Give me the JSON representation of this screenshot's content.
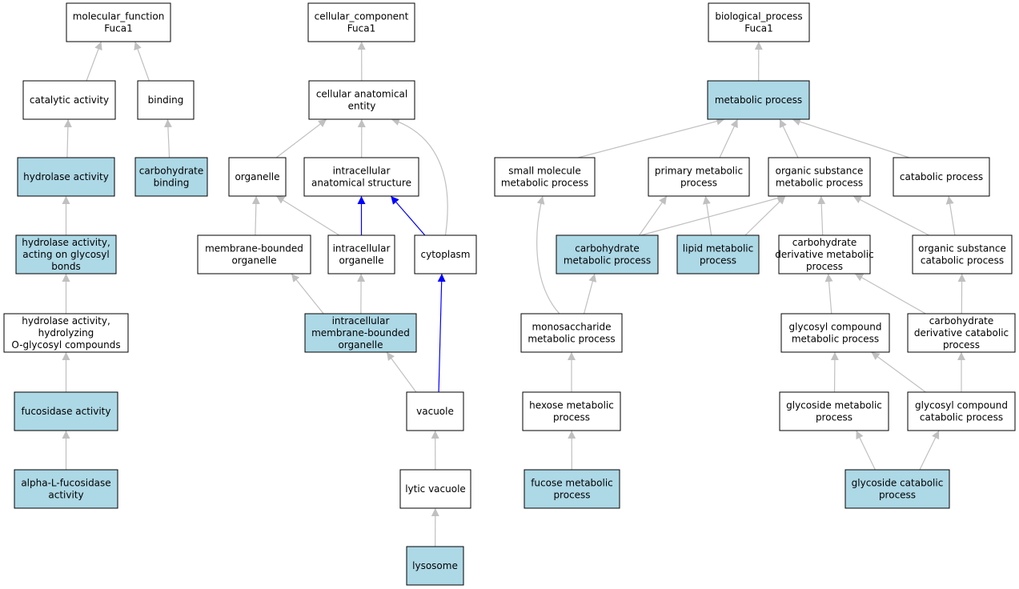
{
  "colors": {
    "highlight_fill": "#add8e6",
    "plain_fill": "#ffffff",
    "edge_gray": "#c0c0c0",
    "edge_blue": "#0000ff"
  },
  "nodes": [
    {
      "id": "mf",
      "lines": [
        "molecular_function",
        "Fuca1"
      ],
      "highlighted": false
    },
    {
      "id": "catalytic",
      "lines": [
        "catalytic activity"
      ],
      "highlighted": false
    },
    {
      "id": "binding",
      "lines": [
        "binding"
      ],
      "highlighted": false
    },
    {
      "id": "hydrolase",
      "lines": [
        "hydrolase activity"
      ],
      "highlighted": true
    },
    {
      "id": "carb_binding",
      "lines": [
        "carbohydrate",
        "binding"
      ],
      "highlighted": true
    },
    {
      "id": "hydro_glyc",
      "lines": [
        "hydrolase activity,",
        "acting on glycosyl",
        "bonds"
      ],
      "highlighted": true
    },
    {
      "id": "hydro_oglyc",
      "lines": [
        "hydrolase activity,",
        "hydrolyzing",
        "O-glycosyl compounds"
      ],
      "highlighted": false
    },
    {
      "id": "fucosidase",
      "lines": [
        "fucosidase activity"
      ],
      "highlighted": true
    },
    {
      "id": "alpha_fuc",
      "lines": [
        "alpha-L-fucosidase",
        "activity"
      ],
      "highlighted": true
    },
    {
      "id": "cc",
      "lines": [
        "cellular_component",
        "Fuca1"
      ],
      "highlighted": false
    },
    {
      "id": "cae",
      "lines": [
        "cellular anatomical",
        "entity"
      ],
      "highlighted": false
    },
    {
      "id": "organelle",
      "lines": [
        "organelle"
      ],
      "highlighted": false
    },
    {
      "id": "ias",
      "lines": [
        "intracellular",
        "anatomical structure"
      ],
      "highlighted": false
    },
    {
      "id": "mbo",
      "lines": [
        "membrane-bounded",
        "organelle"
      ],
      "highlighted": false
    },
    {
      "id": "io",
      "lines": [
        "intracellular",
        "organelle"
      ],
      "highlighted": false
    },
    {
      "id": "cytoplasm",
      "lines": [
        "cytoplasm"
      ],
      "highlighted": false
    },
    {
      "id": "imbo",
      "lines": [
        "intracellular",
        "membrane-bounded",
        "organelle"
      ],
      "highlighted": true
    },
    {
      "id": "vacuole",
      "lines": [
        "vacuole"
      ],
      "highlighted": false
    },
    {
      "id": "lytic",
      "lines": [
        "lytic vacuole"
      ],
      "highlighted": false
    },
    {
      "id": "lysosome",
      "lines": [
        "lysosome"
      ],
      "highlighted": true
    },
    {
      "id": "bp",
      "lines": [
        "biological_process",
        "Fuca1"
      ],
      "highlighted": false
    },
    {
      "id": "metabolic",
      "lines": [
        "metabolic process"
      ],
      "highlighted": true
    },
    {
      "id": "small_mol",
      "lines": [
        "small molecule",
        "metabolic process"
      ],
      "highlighted": false
    },
    {
      "id": "primary",
      "lines": [
        "primary metabolic",
        "process"
      ],
      "highlighted": false
    },
    {
      "id": "org_sub",
      "lines": [
        "organic substance",
        "metabolic process"
      ],
      "highlighted": false
    },
    {
      "id": "catabolic",
      "lines": [
        "catabolic process"
      ],
      "highlighted": false
    },
    {
      "id": "carb_met",
      "lines": [
        "carbohydrate",
        "metabolic process"
      ],
      "highlighted": true
    },
    {
      "id": "lipid",
      "lines": [
        "lipid metabolic",
        "process"
      ],
      "highlighted": true
    },
    {
      "id": "carb_deriv",
      "lines": [
        "carbohydrate",
        "derivative metabolic",
        "process"
      ],
      "highlighted": false
    },
    {
      "id": "org_sub_cat",
      "lines": [
        "organic substance",
        "catabolic process"
      ],
      "highlighted": false
    },
    {
      "id": "mono",
      "lines": [
        "monosaccharide",
        "metabolic process"
      ],
      "highlighted": false
    },
    {
      "id": "glycosyl_met",
      "lines": [
        "glycosyl compound",
        "metabolic process"
      ],
      "highlighted": false
    },
    {
      "id": "carb_deriv_cat",
      "lines": [
        "carbohydrate",
        "derivative catabolic",
        "process"
      ],
      "highlighted": false
    },
    {
      "id": "hexose",
      "lines": [
        "hexose metabolic",
        "process"
      ],
      "highlighted": false
    },
    {
      "id": "glycoside_met",
      "lines": [
        "glycoside metabolic",
        "process"
      ],
      "highlighted": false
    },
    {
      "id": "glycosyl_cat",
      "lines": [
        "glycosyl compound",
        "catabolic process"
      ],
      "highlighted": false
    },
    {
      "id": "fucose",
      "lines": [
        "fucose metabolic",
        "process"
      ],
      "highlighted": true
    },
    {
      "id": "glycoside_cat",
      "lines": [
        "glycoside catabolic",
        "process"
      ],
      "highlighted": true
    }
  ],
  "edges": [
    {
      "from": "catalytic",
      "to": "mf",
      "color": "gray"
    },
    {
      "from": "binding",
      "to": "mf",
      "color": "gray"
    },
    {
      "from": "hydrolase",
      "to": "catalytic",
      "color": "gray"
    },
    {
      "from": "carb_binding",
      "to": "binding",
      "color": "gray"
    },
    {
      "from": "hydro_glyc",
      "to": "hydrolase",
      "color": "gray"
    },
    {
      "from": "hydro_oglyc",
      "to": "hydro_glyc",
      "color": "gray"
    },
    {
      "from": "fucosidase",
      "to": "hydro_oglyc",
      "color": "gray"
    },
    {
      "from": "alpha_fuc",
      "to": "fucosidase",
      "color": "gray"
    },
    {
      "from": "cae",
      "to": "cc",
      "color": "gray"
    },
    {
      "from": "organelle",
      "to": "cae",
      "color": "gray"
    },
    {
      "from": "ias",
      "to": "cae",
      "color": "gray"
    },
    {
      "from": "cytoplasm",
      "to": "cae",
      "color": "gray",
      "curve": "right"
    },
    {
      "from": "mbo",
      "to": "organelle",
      "color": "gray"
    },
    {
      "from": "io",
      "to": "organelle",
      "color": "gray"
    },
    {
      "from": "io",
      "to": "ias",
      "color": "blue"
    },
    {
      "from": "cytoplasm",
      "to": "ias",
      "color": "blue"
    },
    {
      "from": "imbo",
      "to": "mbo",
      "color": "gray"
    },
    {
      "from": "imbo",
      "to": "io",
      "color": "gray"
    },
    {
      "from": "vacuole",
      "to": "imbo",
      "color": "gray"
    },
    {
      "from": "vacuole",
      "to": "cytoplasm",
      "color": "blue"
    },
    {
      "from": "lytic",
      "to": "vacuole",
      "color": "gray"
    },
    {
      "from": "lysosome",
      "to": "lytic",
      "color": "gray"
    },
    {
      "from": "metabolic",
      "to": "bp",
      "color": "gray"
    },
    {
      "from": "small_mol",
      "to": "metabolic",
      "color": "gray"
    },
    {
      "from": "primary",
      "to": "metabolic",
      "color": "gray"
    },
    {
      "from": "org_sub",
      "to": "metabolic",
      "color": "gray"
    },
    {
      "from": "catabolic",
      "to": "metabolic",
      "color": "gray"
    },
    {
      "from": "carb_met",
      "to": "primary",
      "color": "gray"
    },
    {
      "from": "carb_met",
      "to": "org_sub",
      "color": "gray"
    },
    {
      "from": "lipid",
      "to": "primary",
      "color": "gray"
    },
    {
      "from": "lipid",
      "to": "org_sub",
      "color": "gray"
    },
    {
      "from": "carb_deriv",
      "to": "org_sub",
      "color": "gray"
    },
    {
      "from": "org_sub_cat",
      "to": "org_sub",
      "color": "gray"
    },
    {
      "from": "org_sub_cat",
      "to": "catabolic",
      "color": "gray"
    },
    {
      "from": "mono",
      "to": "carb_met",
      "color": "gray"
    },
    {
      "from": "mono",
      "to": "small_mol",
      "color": "gray",
      "curve": "left"
    },
    {
      "from": "glycosyl_met",
      "to": "carb_deriv",
      "color": "gray"
    },
    {
      "from": "carb_deriv_cat",
      "to": "carb_deriv",
      "color": "gray"
    },
    {
      "from": "carb_deriv_cat",
      "to": "org_sub_cat",
      "color": "gray"
    },
    {
      "from": "hexose",
      "to": "mono",
      "color": "gray"
    },
    {
      "from": "glycoside_met",
      "to": "glycosyl_met",
      "color": "gray"
    },
    {
      "from": "glycosyl_cat",
      "to": "glycosyl_met",
      "color": "gray"
    },
    {
      "from": "glycosyl_cat",
      "to": "carb_deriv_cat",
      "color": "gray"
    },
    {
      "from": "fucose",
      "to": "hexose",
      "color": "gray"
    },
    {
      "from": "glycoside_cat",
      "to": "glycoside_met",
      "color": "gray"
    },
    {
      "from": "glycoside_cat",
      "to": "glycosyl_cat",
      "color": "gray"
    }
  ]
}
